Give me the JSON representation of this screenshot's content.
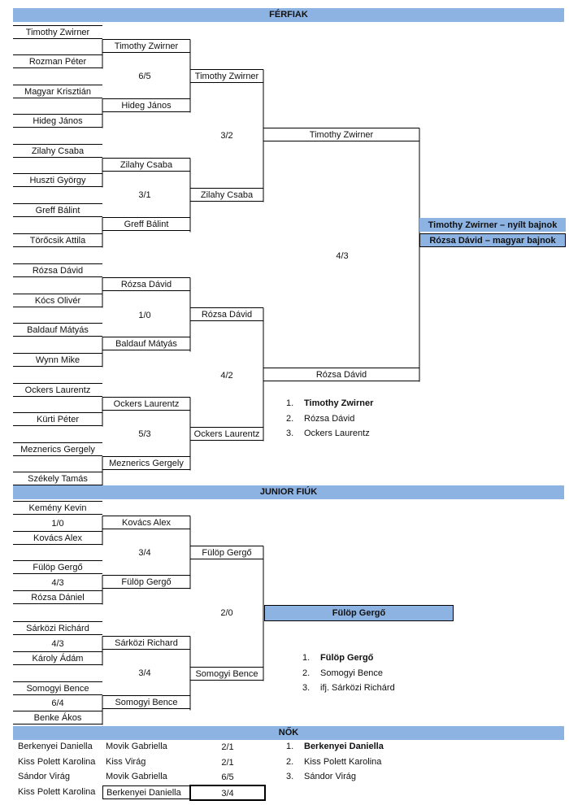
{
  "sections": {
    "men": "FÉRFIAK",
    "junior": "JUNIOR FIÚK",
    "women": "NŐK"
  },
  "men": {
    "r1": [
      "Timothy Zwirner",
      "Rozman Péter",
      "Magyar Krisztián",
      "Hideg János",
      "Zilahy Csaba",
      "Huszti György",
      "Greff Bálint",
      "Törőcsik Attila",
      "Rózsa Dávid",
      "Kócs Olivér",
      "Baldauf Mátyás",
      "Wynn Mike",
      "Ockers Laurentz",
      "Kürti Péter",
      "Meznerics Gergely",
      "Székely Tamás"
    ],
    "r2": [
      "Timothy Zwirner",
      "Hideg János",
      "Zilahy Csaba",
      "Greff Bálint",
      "Rózsa Dávid",
      "Baldauf Mátyás",
      "Ockers Laurentz",
      "Meznerics Gergely"
    ],
    "r2_scores": [
      "6/5",
      "3/1",
      "1/0",
      "5/3"
    ],
    "r3": [
      "Timothy Zwirner",
      "Zilahy Csaba",
      "Rózsa Dávid",
      "Ockers Laurentz"
    ],
    "r3_scores": [
      "3/2",
      "4/2"
    ],
    "final": [
      "Timothy Zwirner",
      "Rózsa Dávid"
    ],
    "final_score": "4/3",
    "champions": [
      "Timothy Zwirner – nyílt bajnok",
      "Rózsa Dávid – magyar bajnok"
    ],
    "results": [
      {
        "n": "1.",
        "name": "Timothy Zwirner"
      },
      {
        "n": "2.",
        "name": "Rózsa Dávid"
      },
      {
        "n": "3.",
        "name": "Ockers Laurentz"
      }
    ]
  },
  "junior": {
    "r1": [
      "Kemény Kevin",
      "Kovács Alex",
      "Fülöp Gergő",
      "Rózsa Dániel",
      "Sárközi Richárd",
      "Károly Ádám",
      "Somogyi Bence",
      "Benke Ákos"
    ],
    "r1_scores": [
      "1/0",
      "4/3",
      "4/3",
      "6/4"
    ],
    "r2": [
      "Kovács Alex",
      "Fülöp Gergő",
      "Sárközi Richard",
      "Somogyi Bence"
    ],
    "r2_scores": [
      "3/4",
      "3/4"
    ],
    "r3": [
      "Fülöp Gergő",
      "Somogyi Bence"
    ],
    "final_score": "2/0",
    "winner": "Fülöp Gergő",
    "results": [
      {
        "n": "1.",
        "name": "Fülöp Gergő"
      },
      {
        "n": "2.",
        "name": "Somogyi Bence"
      },
      {
        "n": "3.",
        "name": "ifj. Sárközi Richárd"
      }
    ]
  },
  "women": {
    "matches": [
      {
        "a": "Berkenyei Daniella",
        "b": "Movik Gabriella",
        "score": "2/1"
      },
      {
        "a": "Kiss Polett Karolina",
        "b": "Kiss Virág",
        "score": "2/1"
      },
      {
        "a": "Sándor Virág",
        "b": "Movik Gabriella",
        "score": "6/5"
      },
      {
        "a": "Kiss Polett Karolina",
        "b": "Berkenyei Daniella",
        "score": "3/4"
      }
    ],
    "results": [
      {
        "n": "1.",
        "name": "Berkenyei Daniella"
      },
      {
        "n": "2.",
        "name": "Kiss Polett Karolina"
      },
      {
        "n": "3.",
        "name": "Sándor Virág"
      }
    ]
  }
}
